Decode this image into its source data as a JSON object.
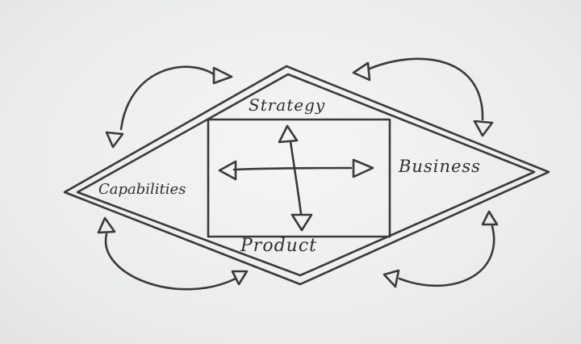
{
  "labels": {
    "top": "Strategy",
    "right": "Business",
    "left": "Capabilities",
    "bottom": "Product"
  },
  "colors": {
    "ink": "#3a3a3a",
    "board": "#eceeed"
  }
}
